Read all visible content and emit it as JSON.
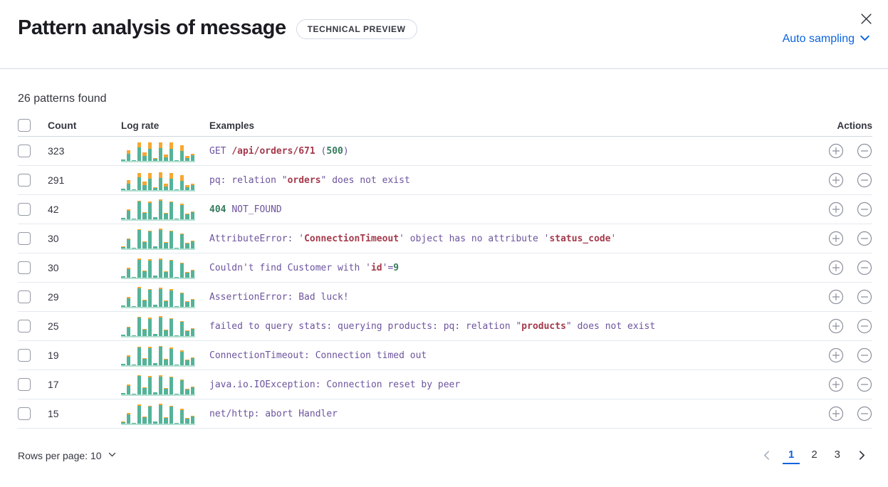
{
  "colors": {
    "teal": "#54b399",
    "orange": "#f6a731",
    "purple": "#6d549e",
    "red": "#a43a4c",
    "green": "#357b5d",
    "link_blue": "#0b64dd"
  },
  "header": {
    "title": "Pattern analysis of message",
    "badge": "TECHNICAL PREVIEW",
    "sampling_label": "Auto sampling",
    "close_icon": "close-x"
  },
  "summary": "26 patterns found",
  "table": {
    "headers": {
      "count": "Count",
      "log_rate": "Log rate",
      "examples": "Examples",
      "actions": "Actions"
    },
    "action_icons": [
      "plus-in-circle",
      "minus-in-circle"
    ],
    "rows": [
      {
        "count": "323",
        "example": [
          [
            "GET ",
            "purple"
          ],
          [
            "/api/orders/671",
            "red"
          ],
          [
            " (",
            "purple"
          ],
          [
            "500",
            "green"
          ],
          [
            ")",
            "purple"
          ]
        ],
        "bars": [
          [
            2,
            0
          ],
          [
            10,
            5
          ],
          [
            1,
            0
          ],
          [
            19,
            7
          ],
          [
            7,
            5
          ],
          [
            17,
            9
          ],
          [
            3,
            1
          ],
          [
            18,
            8
          ],
          [
            5,
            4
          ],
          [
            17,
            9
          ],
          [
            1,
            0
          ],
          [
            14,
            8
          ],
          [
            4,
            3
          ],
          [
            8,
            2
          ]
        ]
      },
      {
        "count": "291",
        "example": [
          [
            "pq: relation \"",
            "purple"
          ],
          [
            "orders",
            "red"
          ],
          [
            "\" does not exist",
            "purple"
          ]
        ],
        "bars": [
          [
            2,
            0
          ],
          [
            9,
            5
          ],
          [
            1,
            0
          ],
          [
            18,
            6
          ],
          [
            7,
            5
          ],
          [
            16,
            8
          ],
          [
            3,
            1
          ],
          [
            17,
            8
          ],
          [
            5,
            4
          ],
          [
            16,
            8
          ],
          [
            1,
            0
          ],
          [
            13,
            8
          ],
          [
            4,
            3
          ],
          [
            7,
            2
          ]
        ]
      },
      {
        "count": "42",
        "example": [
          [
            "404 ",
            "green"
          ],
          [
            "NOT_FOUND",
            "purple"
          ]
        ],
        "bars": [
          [
            2,
            0
          ],
          [
            12,
            2
          ],
          [
            1,
            0
          ],
          [
            25,
            1
          ],
          [
            9,
            1
          ],
          [
            23,
            2
          ],
          [
            3,
            0
          ],
          [
            26,
            2
          ],
          [
            8,
            1
          ],
          [
            24,
            1
          ],
          [
            1,
            0
          ],
          [
            20,
            2
          ],
          [
            7,
            1
          ],
          [
            10,
            1
          ]
        ]
      },
      {
        "count": "30",
        "example": [
          [
            "AttributeError: '",
            "purple"
          ],
          [
            "ConnectionTimeout",
            "red"
          ],
          [
            "' object has no attribute '",
            "purple"
          ],
          [
            "status_code",
            "red"
          ],
          [
            "'",
            "purple"
          ]
        ],
        "bars": [
          [
            2,
            1
          ],
          [
            13,
            1
          ],
          [
            1,
            0
          ],
          [
            26,
            1
          ],
          [
            9,
            1
          ],
          [
            24,
            1
          ],
          [
            3,
            0
          ],
          [
            26,
            2
          ],
          [
            8,
            1
          ],
          [
            24,
            1
          ],
          [
            1,
            0
          ],
          [
            20,
            1
          ],
          [
            7,
            1
          ],
          [
            10,
            1
          ]
        ]
      },
      {
        "count": "30",
        "example": [
          [
            "Couldn't find Customer with '",
            "purple"
          ],
          [
            "id",
            "red"
          ],
          [
            "'=",
            "purple"
          ],
          [
            "9",
            "green"
          ]
        ],
        "bars": [
          [
            2,
            0
          ],
          [
            12,
            2
          ],
          [
            1,
            0
          ],
          [
            25,
            2
          ],
          [
            9,
            1
          ],
          [
            24,
            2
          ],
          [
            3,
            0
          ],
          [
            25,
            2
          ],
          [
            8,
            1
          ],
          [
            24,
            1
          ],
          [
            1,
            0
          ],
          [
            20,
            1
          ],
          [
            7,
            1
          ],
          [
            10,
            1
          ]
        ]
      },
      {
        "count": "29",
        "example": [
          [
            "AssertionError: Bad luck!",
            "purple"
          ]
        ],
        "bars": [
          [
            2,
            0
          ],
          [
            12,
            2
          ],
          [
            1,
            0
          ],
          [
            26,
            2
          ],
          [
            9,
            1
          ],
          [
            24,
            1
          ],
          [
            3,
            0
          ],
          [
            25,
            2
          ],
          [
            8,
            1
          ],
          [
            23,
            2
          ],
          [
            1,
            0
          ],
          [
            19,
            1
          ],
          [
            7,
            1
          ],
          [
            10,
            1
          ]
        ]
      },
      {
        "count": "25",
        "example": [
          [
            "failed to query stats: querying products: pq: relation \"",
            "purple"
          ],
          [
            "products",
            "red"
          ],
          [
            "\" does not exist",
            "purple"
          ]
        ],
        "bars": [
          [
            2,
            0
          ],
          [
            12,
            1
          ],
          [
            1,
            0
          ],
          [
            26,
            1
          ],
          [
            9,
            1
          ],
          [
            24,
            2
          ],
          [
            3,
            0
          ],
          [
            26,
            2
          ],
          [
            8,
            1
          ],
          [
            24,
            1
          ],
          [
            1,
            0
          ],
          [
            20,
            1
          ],
          [
            7,
            1
          ],
          [
            10,
            1
          ]
        ]
      },
      {
        "count": "19",
        "example": [
          [
            "ConnectionTimeout: Connection timed out",
            "purple"
          ]
        ],
        "bars": [
          [
            2,
            0
          ],
          [
            12,
            2
          ],
          [
            1,
            0
          ],
          [
            25,
            1
          ],
          [
            9,
            1
          ],
          [
            24,
            2
          ],
          [
            3,
            0
          ],
          [
            26,
            1
          ],
          [
            8,
            1
          ],
          [
            23,
            2
          ],
          [
            1,
            0
          ],
          [
            19,
            2
          ],
          [
            7,
            1
          ],
          [
            10,
            1
          ]
        ]
      },
      {
        "count": "17",
        "example": [
          [
            "java.io.IOException: Connection reset by peer",
            "purple"
          ]
        ],
        "bars": [
          [
            2,
            0
          ],
          [
            12,
            2
          ],
          [
            1,
            0
          ],
          [
            26,
            1
          ],
          [
            9,
            1
          ],
          [
            24,
            2
          ],
          [
            3,
            0
          ],
          [
            25,
            2
          ],
          [
            8,
            1
          ],
          [
            24,
            1
          ],
          [
            1,
            0
          ],
          [
            20,
            1
          ],
          [
            7,
            1
          ],
          [
            10,
            1
          ]
        ]
      },
      {
        "count": "15",
        "example": [
          [
            "net/http: abort Handler",
            "purple"
          ]
        ],
        "bars": [
          [
            2,
            1
          ],
          [
            13,
            2
          ],
          [
            1,
            0
          ],
          [
            25,
            2
          ],
          [
            9,
            1
          ],
          [
            24,
            1
          ],
          [
            3,
            0
          ],
          [
            26,
            2
          ],
          [
            8,
            1
          ],
          [
            24,
            1
          ],
          [
            1,
            0
          ],
          [
            19,
            2
          ],
          [
            7,
            1
          ],
          [
            10,
            1
          ]
        ]
      }
    ]
  },
  "footer": {
    "rows_per_page_label": "Rows per page: 10",
    "pagination": {
      "pages": [
        "1",
        "2",
        "3"
      ],
      "active": "1"
    }
  }
}
